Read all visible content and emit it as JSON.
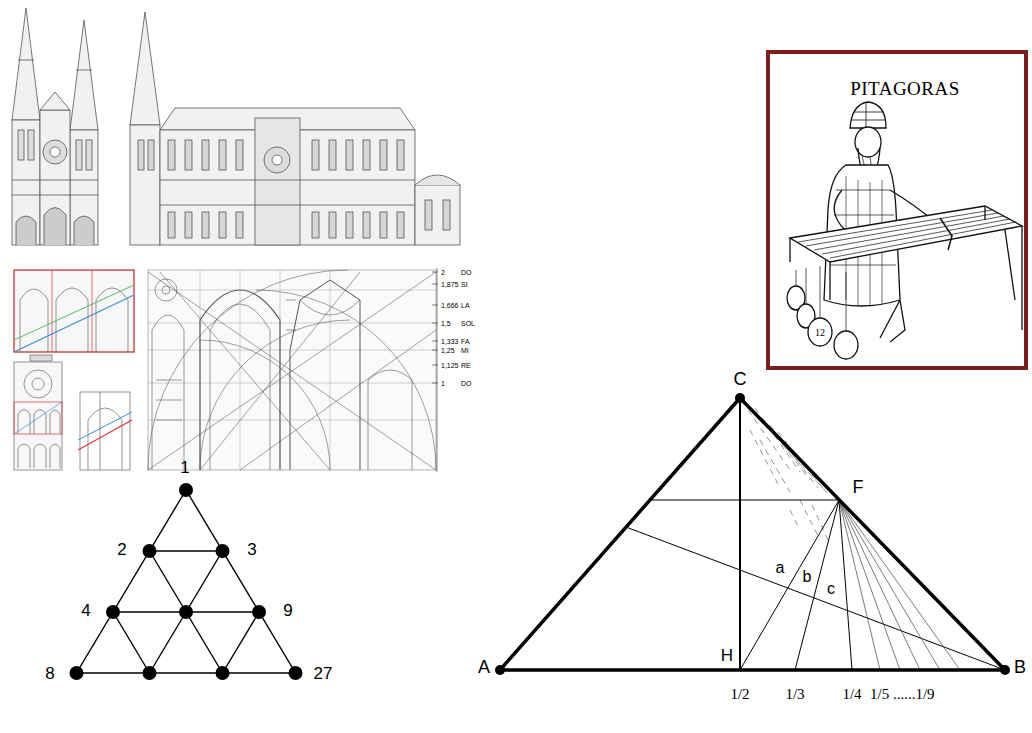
{
  "diagram": {
    "labels": [
      "PITAGORAS",
      "12",
      "2",
      "DO",
      "1,875",
      "SI",
      "1,666",
      "LA",
      "1,5",
      "SOL",
      "1,333",
      "FA",
      "1,25",
      "MI",
      "1,125",
      "RE",
      "1",
      "DO",
      "1",
      "2",
      "3",
      "4",
      "9",
      "8",
      "27",
      "C",
      "F",
      "a",
      "b",
      "c",
      "H",
      "A",
      "B",
      "1/2",
      "1/3",
      "1/4",
      "1/5 ......1/9"
    ]
  }
}
